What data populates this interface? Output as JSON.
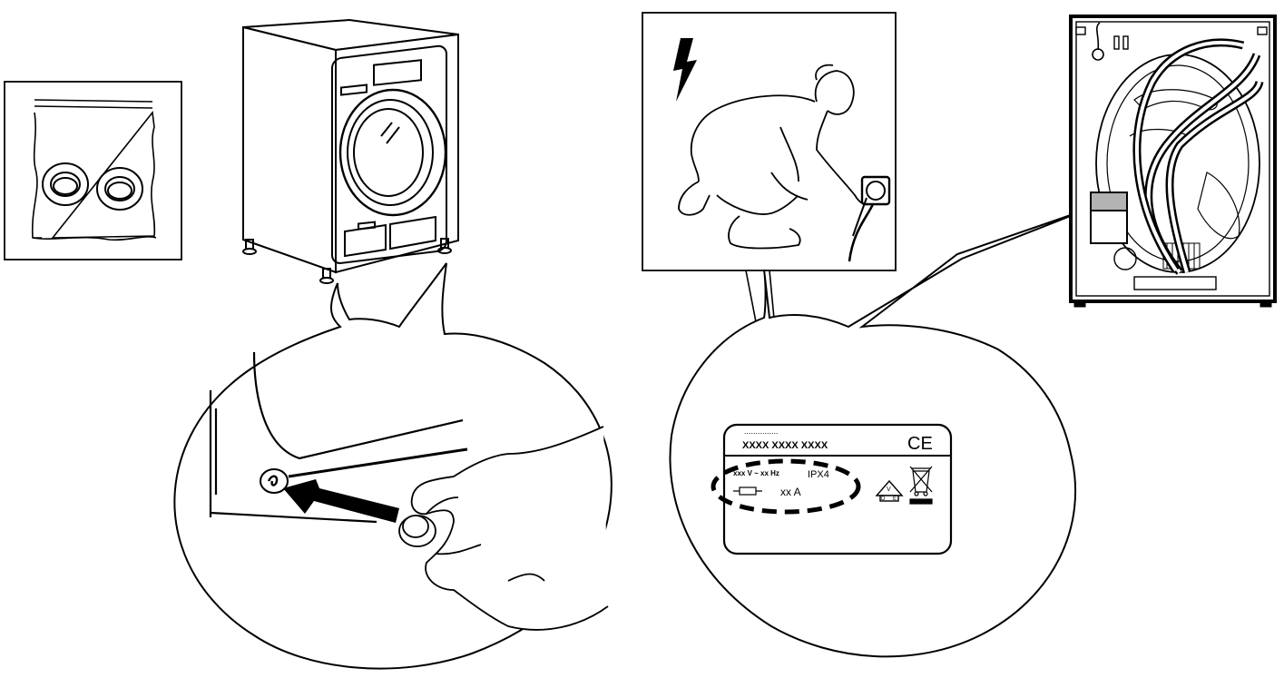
{
  "rating_plate": {
    "dots": "...............",
    "model_code": "XXXX XXXX XXXX",
    "ce_mark": "CE",
    "voltage": "xxx V ~ xx Hz",
    "ip_rating": "IPX4",
    "current": "xx A",
    "vde_letters": [
      "V",
      "D",
      "E"
    ]
  },
  "icons": [
    "lightning-icon",
    "plug-socket-icon",
    "fuse-icon",
    "vde-mark-icon",
    "wheelie-bin-icon"
  ],
  "colors": {
    "ink": "#000000",
    "background": "#ffffff",
    "highlight": "#b3b3b3"
  }
}
